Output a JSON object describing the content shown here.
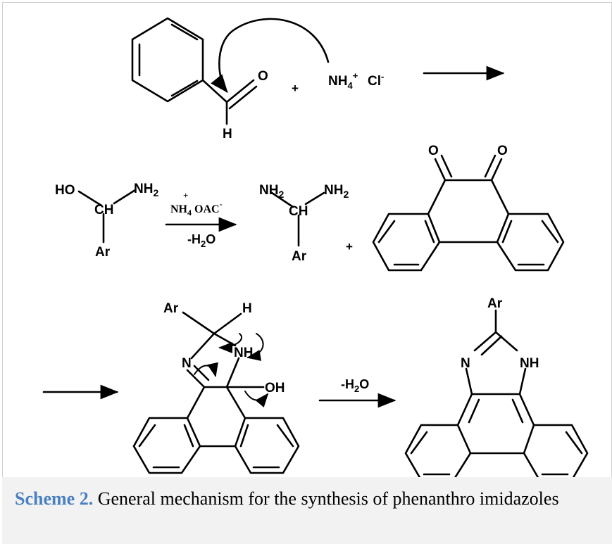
{
  "reaction": {
    "benzaldehyde": {
      "O": "O",
      "H": "H"
    },
    "plus_1": "+",
    "ammonium": {
      "main": "NH",
      "sub": "4",
      "sup": "+"
    },
    "chloride": {
      "main": "Cl",
      "sup": "-"
    },
    "aminol": {
      "HO": "HO",
      "NH2_main": "NH",
      "NH2_sub": "2",
      "CH": "CH",
      "Ar": "Ar"
    },
    "reagent": {
      "plus": "+",
      "main": "NH",
      "sub": "4",
      "rest": " OAC",
      "sup": "-"
    },
    "water_1": {
      "main": "-H",
      "sub": "2",
      "rest": "O"
    },
    "diamine": {
      "NH2a_main": "NH",
      "NH2a_sub": "2",
      "NH2b_main": "NH",
      "NH2b_sub": "2",
      "CH": "CH",
      "Ar": "Ar"
    },
    "plus_2": "+",
    "quinone": {
      "O1": "O",
      "O2": "O"
    },
    "intermediate": {
      "Ar": "Ar",
      "H": "H",
      "N": "N",
      "NH": "NH",
      "OH": "OH"
    },
    "water_2": {
      "main": "-H",
      "sub": "2",
      "rest": "O"
    },
    "product": {
      "Ar": "Ar",
      "N": "N",
      "NH": "NH"
    }
  },
  "caption": {
    "label": "Scheme 2.",
    "text": " General mechanism for the synthesis of phenanthro imidazoles"
  }
}
